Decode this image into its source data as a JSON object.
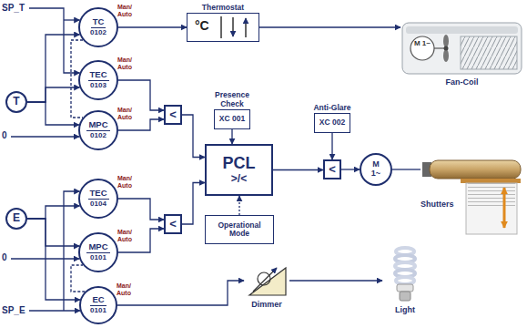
{
  "diagram": {
    "nodes": [
      {
        "text": [
          "TC",
          "0102",
          "Man/ Auto"
        ]
      },
      {
        "text": [
          "Thermostat",
          "°C"
        ]
      },
      {
        "text": [
          "M 1~",
          "Fan-Coil"
        ]
      },
      {
        "text": [
          "TEC",
          "0103",
          "Man/ Auto"
        ]
      },
      {
        "text": [
          "T"
        ]
      },
      {
        "text": [
          "MPC",
          "0102",
          "Man/ Auto"
        ]
      },
      {
        "text": [
          "<"
        ]
      },
      {
        "text": [
          "Presence Check",
          "XC 001"
        ]
      },
      {
        "text": [
          "PCL",
          ">/<"
        ]
      },
      {
        "text": [
          "Anti-Glare",
          "XC 002"
        ]
      },
      {
        "text": [
          "<"
        ]
      },
      {
        "text": [
          "M 1~"
        ]
      },
      {
        "text": [
          "Shutters"
        ]
      },
      {
        "text": [
          "Operational Mode"
        ]
      },
      {
        "text": [
          "TEC",
          "0104",
          "Man/ Auto"
        ]
      },
      {
        "text": [
          "E"
        ]
      },
      {
        "text": [
          "<"
        ]
      },
      {
        "text": [
          "MPC",
          "0101",
          "Man/ Auto"
        ]
      },
      {
        "text": [
          "EC",
          "0101",
          "Man/ Auto"
        ]
      },
      {
        "text": [
          "Dimmer"
        ]
      },
      {
        "text": [
          "Light"
        ]
      }
    ],
    "edges": [
      {
        "from": 0,
        "to": 1,
        "arrow": "to"
      },
      {
        "from": 1,
        "to": 2,
        "arrow": "to"
      },
      {
        "from": 4,
        "to": 0,
        "arrow": "to"
      },
      {
        "from": 4,
        "to": 3,
        "arrow": "to"
      },
      {
        "from": 4,
        "to": 5,
        "arrow": "to"
      },
      {
        "from": 0,
        "to": 5,
        "arrow": "none"
      },
      {
        "from": 3,
        "to": 6,
        "arrow": "to"
      },
      {
        "from": 5,
        "to": 6,
        "arrow": "to"
      },
      {
        "from": 6,
        "to": 8,
        "arrow": "to"
      },
      {
        "from": 7,
        "to": 8,
        "arrow": "to"
      },
      {
        "from": 13,
        "to": 8,
        "arrow": "to"
      },
      {
        "from": 8,
        "to": 10,
        "arrow": "to"
      },
      {
        "from": 9,
        "to": 10,
        "arrow": "to"
      },
      {
        "from": 10,
        "to": 11,
        "arrow": "to"
      },
      {
        "from": 11,
        "to": 12,
        "arrow": "none"
      },
      {
        "from": 15,
        "to": 14,
        "arrow": "to"
      },
      {
        "from": 15,
        "to": 17,
        "arrow": "to"
      },
      {
        "from": 15,
        "to": 18,
        "arrow": "to"
      },
      {
        "from": 14,
        "to": 16,
        "arrow": "to"
      },
      {
        "from": 17,
        "to": 16,
        "arrow": "to"
      },
      {
        "from": 16,
        "to": 8,
        "arrow": "to"
      },
      {
        "from": 18,
        "to": 17,
        "arrow": "none"
      },
      {
        "from": 18,
        "to": 19,
        "arrow": "to"
      },
      {
        "from": 19,
        "to": 20,
        "arrow": "to"
      }
    ],
    "labels": [
      "SP_T",
      "0",
      "0",
      "SP_E"
    ]
  }
}
